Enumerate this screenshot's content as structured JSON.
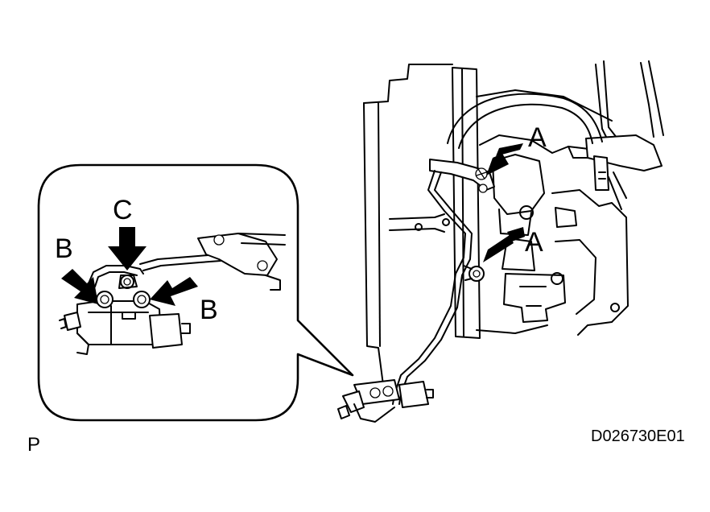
{
  "labels": {
    "a_top": "A",
    "a_mid": "A",
    "b_left": "B",
    "b_right": "B",
    "c_top": "C"
  },
  "corner_mark": "P",
  "figure_code": "D026730E01"
}
